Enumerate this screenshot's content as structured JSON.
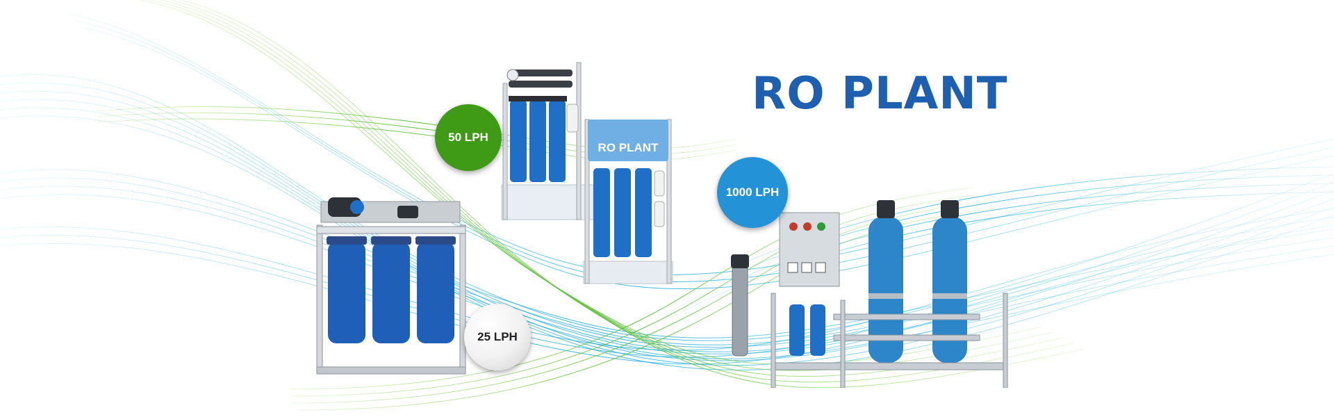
{
  "banner": {
    "title": "RO PLANT",
    "badges": {
      "lph_50": "50 LPH",
      "lph_1000": "1000 LPH",
      "lph_25": "25 LPH"
    },
    "unit_panel_label": "RO PLANT"
  },
  "colors": {
    "title": "#1f5fb0",
    "badge_green": "#3f9a16",
    "badge_blue": "#2392d6",
    "badge_white": "#f1f1f1",
    "filter_blue": "#1f6fc7",
    "wave_green": "#6cc04a",
    "wave_cyan": "#1fb2d9"
  },
  "icons": {
    "background": "flowing-wave-lines",
    "products": [
      "ro-unit-25-lph",
      "ro-unit-50-lph-open",
      "ro-unit-50-lph-cabinet",
      "ro-industrial-plant-1000-lph"
    ]
  }
}
